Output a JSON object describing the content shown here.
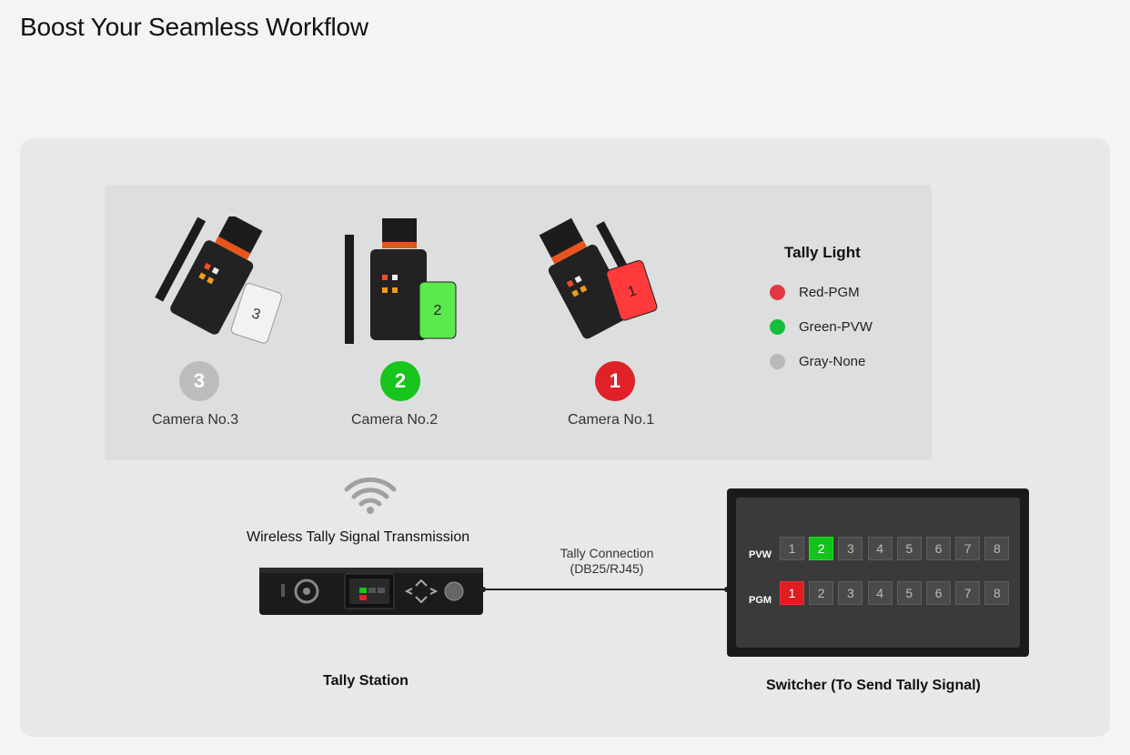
{
  "page": {
    "title": "Boost Your Seamless Workflow"
  },
  "cameras": [
    {
      "label": "Camera No.3",
      "number": "3",
      "tally_color": "#bcbcbc",
      "battery_color": "#f2f2f2"
    },
    {
      "label": "Camera No.2",
      "number": "2",
      "tally_color": "#17c51c",
      "battery_color": "#5bea4e"
    },
    {
      "label": "Camera No.1",
      "number": "1",
      "tally_color": "#e02128",
      "battery_color": "#ff3a3a"
    }
  ],
  "legend": {
    "title": "Tally Light",
    "items": [
      {
        "label": "Red-PGM",
        "color": "#e23845"
      },
      {
        "label": "Green-PVW",
        "color": "#15bd3c"
      },
      {
        "label": "Gray-None",
        "color": "#b9b9b9"
      }
    ]
  },
  "wireless": {
    "label": "Wireless Tally Signal Transmission",
    "icon": "wifi-icon"
  },
  "station": {
    "label": "Tally Station"
  },
  "connection": {
    "line1": "Tally Connection",
    "line2": "(DB25/RJ45)"
  },
  "switcher": {
    "label": "Switcher (To Send Tally Signal)",
    "pvw": {
      "label": "PVW",
      "buttons": [
        "1",
        "2",
        "3",
        "4",
        "5",
        "6",
        "7",
        "8"
      ],
      "active_index": 1
    },
    "pgm": {
      "label": "PGM",
      "buttons": [
        "1",
        "2",
        "3",
        "4",
        "5",
        "6",
        "7",
        "8"
      ],
      "active_index": 0
    }
  }
}
